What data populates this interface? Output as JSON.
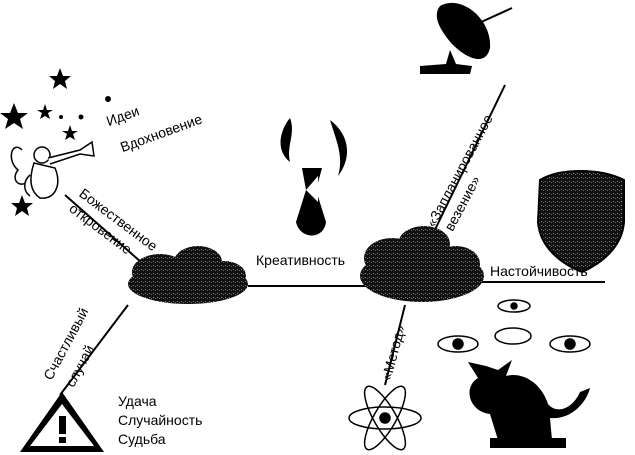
{
  "labels": {
    "ideas": "Идеи",
    "inspiration": "Вдохновение",
    "divine_1": "Божественное",
    "divine_2": "откровение",
    "creativity": "Креативность",
    "planned_1": "«Запланированное",
    "planned_2": "везение»",
    "persistence": "Настойчивость",
    "lucky_1": "Счастливый",
    "lucky_2": "случай",
    "method": "«Метод»",
    "luck_words": [
      "Удача",
      "Случайность",
      "Судьба"
    ]
  },
  "colors": {
    "ink": "#000000",
    "cloud": "#1a1a1a",
    "background": "#ffffff"
  },
  "icons": [
    "star-icon",
    "angel-trumpet-icon",
    "bomb-with-flames-icon",
    "satellite-dish-icon",
    "shield-icon",
    "eyes-icon",
    "cat-icon",
    "atom-icon",
    "warning-triangle-icon",
    "cloud-icon"
  ]
}
